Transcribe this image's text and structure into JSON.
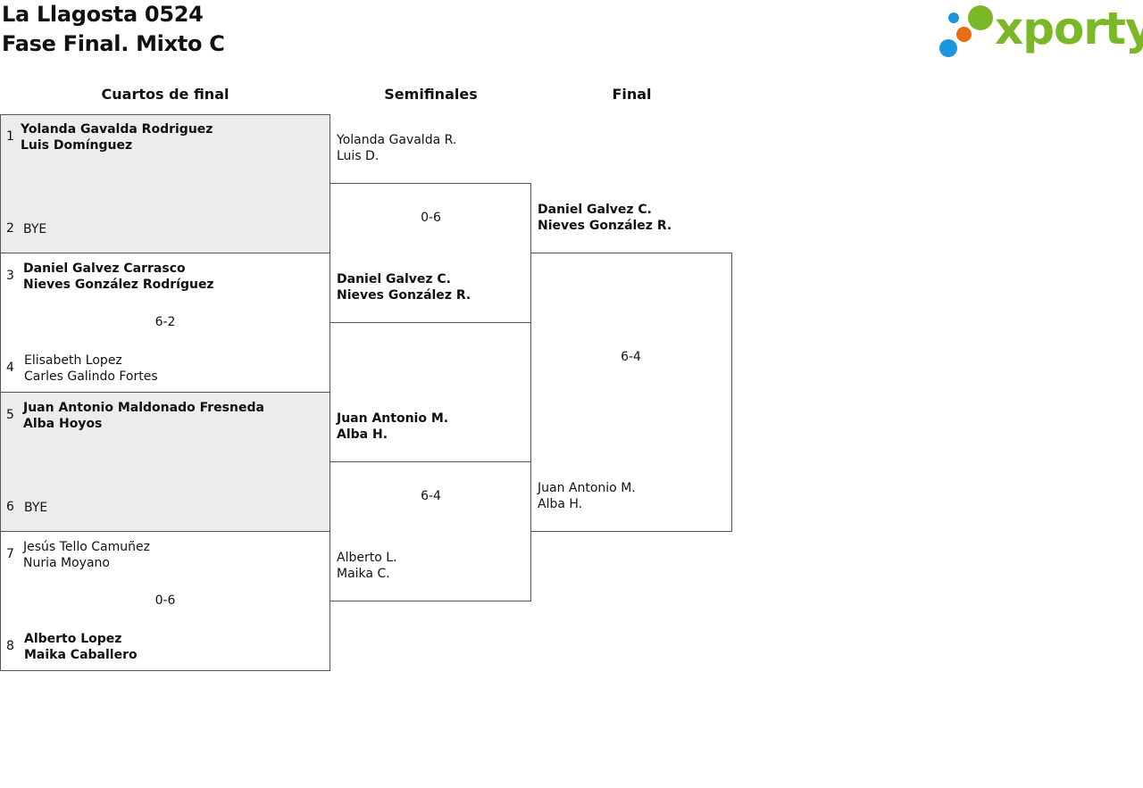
{
  "header": {
    "title_line1": "La Llagosta 0524",
    "title_line2": "Fase Final. Mixto C"
  },
  "logo": {
    "text": "xporty",
    "colors": {
      "green": "#7ab828",
      "blue": "#1e96dc",
      "orange": "#e86c12"
    }
  },
  "columns": {
    "quarterfinals": "Cuartos de final",
    "semifinals": "Semifinales",
    "final": "Final"
  },
  "quarterfinals": [
    {
      "top": {
        "seed": "1",
        "p1": "Yolanda Gavalda Rodriguez",
        "p2": "Luis Domínguez",
        "winner": true
      },
      "bottom": {
        "seed": "2",
        "p1": "BYE",
        "p2": "",
        "winner": false
      },
      "score": "",
      "bye": true
    },
    {
      "top": {
        "seed": "3",
        "p1": "Daniel Galvez Carrasco",
        "p2": "Nieves González Rodríguez",
        "winner": true
      },
      "bottom": {
        "seed": "4",
        "p1": "Elisabeth Lopez",
        "p2": "Carles Galindo Fortes",
        "winner": false
      },
      "score": "6-2",
      "bye": false
    },
    {
      "top": {
        "seed": "5",
        "p1": "Juan Antonio Maldonado Fresneda",
        "p2": "Alba Hoyos",
        "winner": true
      },
      "bottom": {
        "seed": "6",
        "p1": "BYE",
        "p2": "",
        "winner": false
      },
      "score": "",
      "bye": true
    },
    {
      "top": {
        "seed": "7",
        "p1": "Jesús Tello Camuñez",
        "p2": "Nuria Moyano",
        "winner": false
      },
      "bottom": {
        "seed": "8",
        "p1": "Alberto Lopez",
        "p2": "Maika Caballero",
        "winner": true
      },
      "score": "0-6",
      "bye": false
    }
  ],
  "semifinals": [
    {
      "top": {
        "p1": "Yolanda Gavalda R.",
        "p2": "Luis D.",
        "winner": false
      },
      "bottom": {
        "p1": "Daniel Galvez C.",
        "p2": "Nieves González R.",
        "winner": true
      },
      "score": "0-6"
    },
    {
      "top": {
        "p1": "Juan Antonio M.",
        "p2": "Alba H.",
        "winner": true
      },
      "bottom": {
        "p1": "Alberto L.",
        "p2": "Maika C.",
        "winner": false
      },
      "score": "6-4"
    }
  ],
  "final": {
    "top": {
      "p1": "Daniel Galvez C.",
      "p2": "Nieves González R.",
      "winner": true
    },
    "bottom": {
      "p1": "Juan Antonio M.",
      "p2": "Alba H.",
      "winner": false
    },
    "score": "6-4"
  }
}
